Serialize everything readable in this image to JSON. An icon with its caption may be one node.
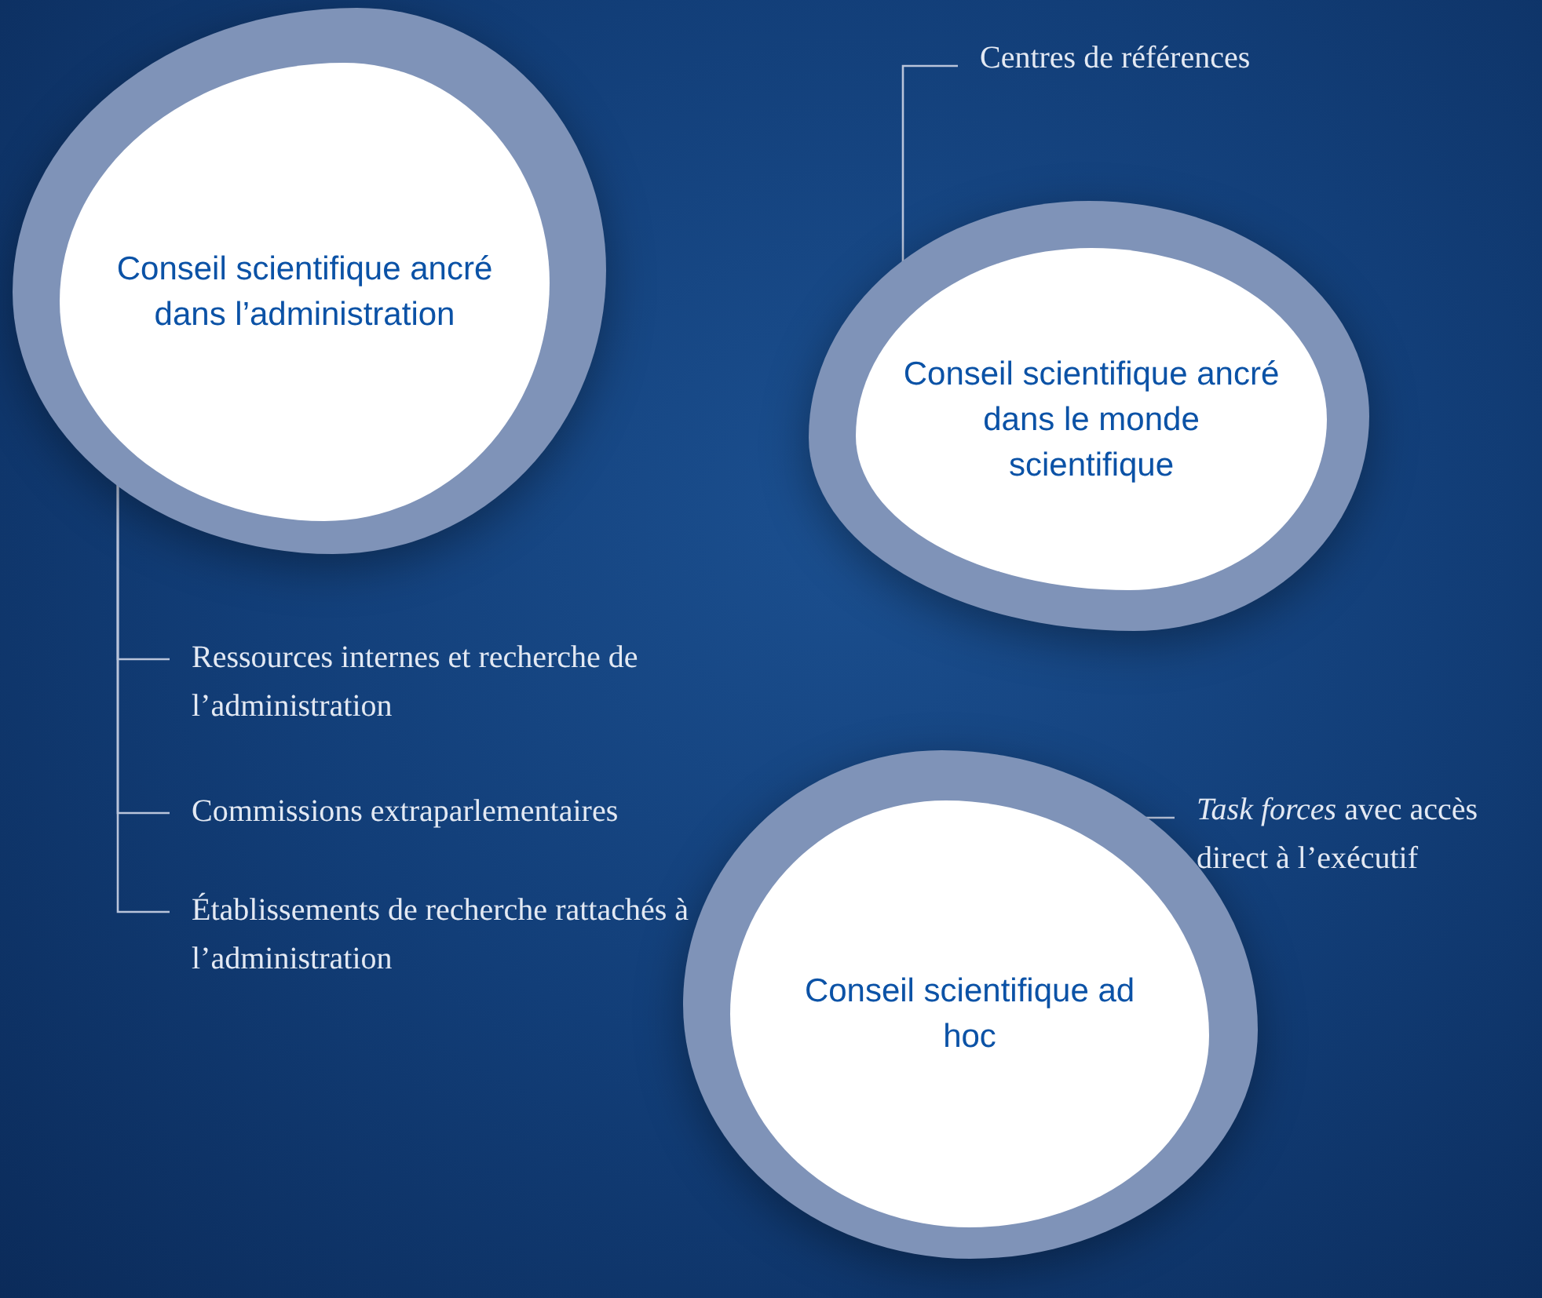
{
  "diagram": {
    "nodes": [
      {
        "text": [
          "Conseil scientifique ancré dans l’administration"
        ]
      },
      {
        "text": [
          "Conseil scientifique ancré dans le monde scientifique"
        ]
      },
      {
        "text": [
          "Conseil scientifique ad hoc"
        ]
      },
      {
        "text": [
          "Centres de références"
        ]
      },
      {
        "text": [
          "Ressources internes et recherche de l’administration"
        ]
      },
      {
        "text": [
          "Commissions extraparlementaires"
        ]
      },
      {
        "text": [
          "Établissements de recherche rattachés à l’administration"
        ]
      },
      {
        "text": [
          "*Task forces* avec accès direct à l’exécutif"
        ]
      }
    ],
    "edges": [
      {
        "from": 0,
        "to": 4,
        "arrow": "none"
      },
      {
        "from": 0,
        "to": 5,
        "arrow": "none"
      },
      {
        "from": 0,
        "to": 6,
        "arrow": "none"
      },
      {
        "from": 1,
        "to": 3,
        "arrow": "none"
      },
      {
        "from": 2,
        "to": 7,
        "arrow": "none"
      }
    ]
  }
}
